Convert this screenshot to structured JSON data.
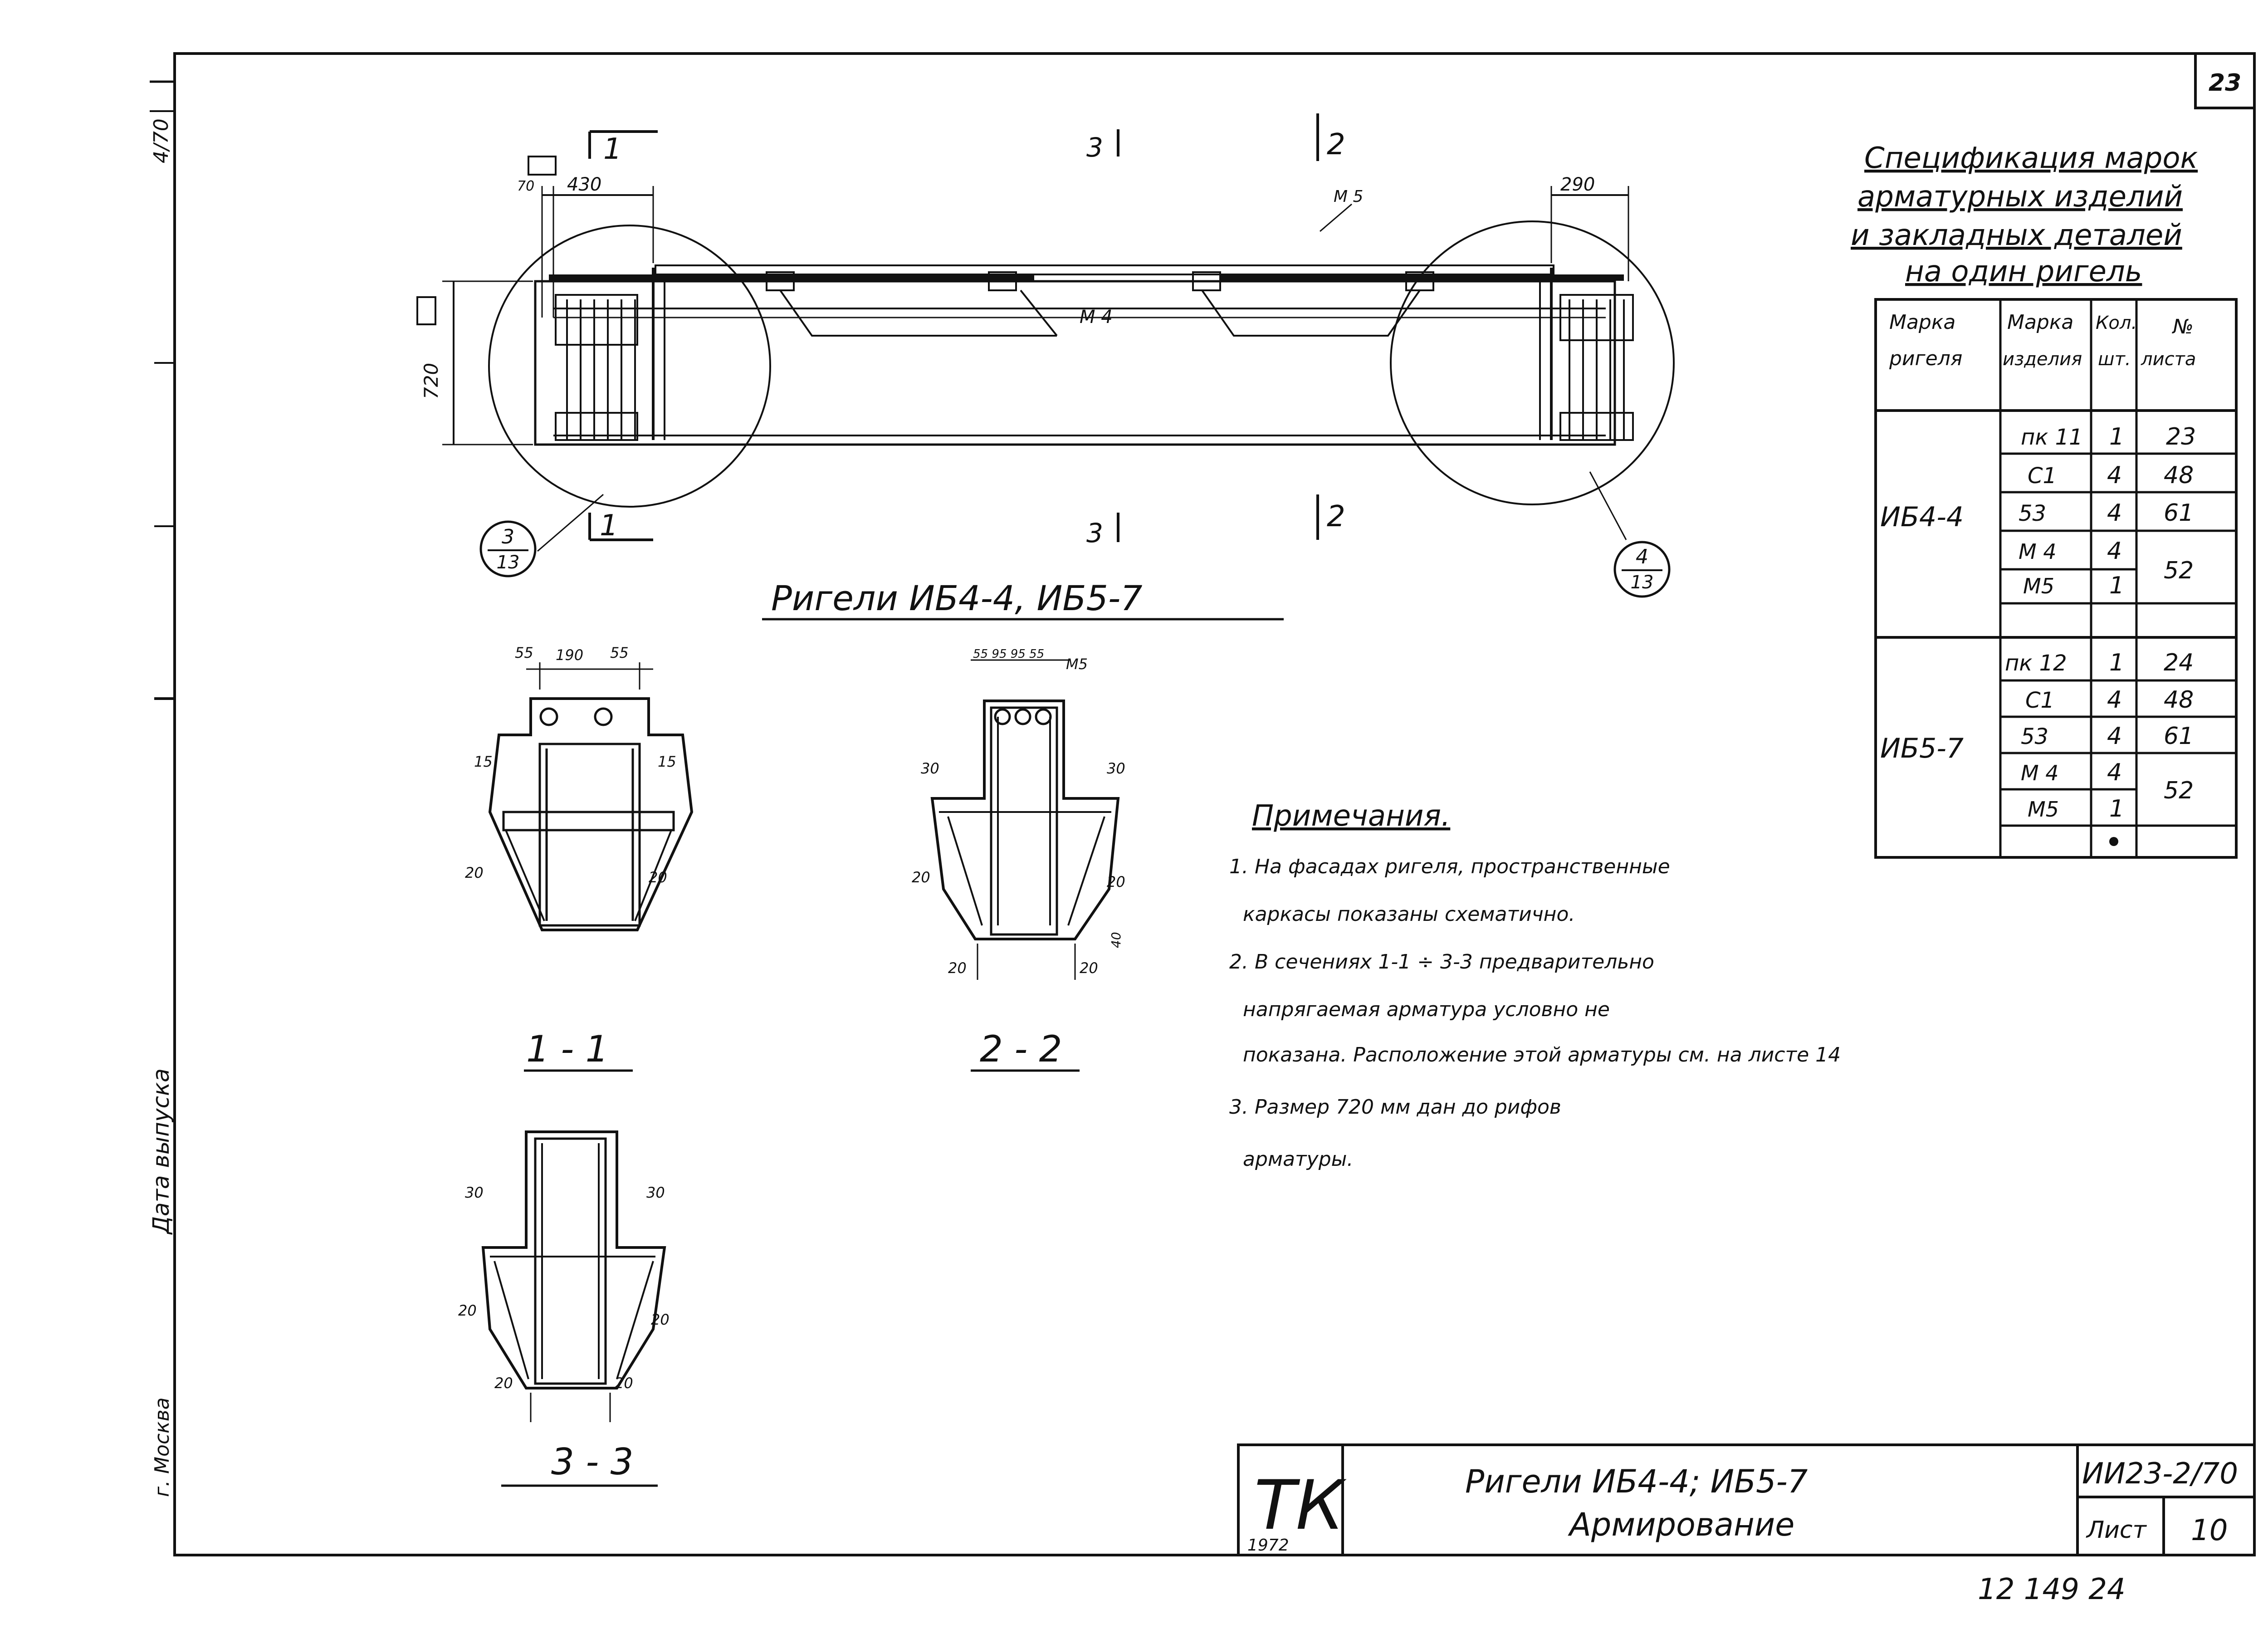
{
  "page": {
    "sheet_number": "23",
    "bottom_note": "12 149   24",
    "left_margin": {
      "ref": "4/70",
      "release_date_label": "Дата выпуска",
      "city": "г. Москва"
    }
  },
  "elevation": {
    "caption": "Ригели ИБ4-4,  ИБ5-7",
    "dims": {
      "left_end": "70",
      "left_span": "430",
      "right_span": "290",
      "height": "720"
    },
    "section_marks": {
      "s1": "1",
      "s2": "2",
      "s3": "3"
    },
    "callouts": {
      "m4": "М 4",
      "m5": "М 5"
    },
    "detail_refs": [
      {
        "top": "3",
        "bottom": "13"
      },
      {
        "top": "4",
        "bottom": "13"
      }
    ]
  },
  "sections": {
    "s11": {
      "label": "1 - 1",
      "dims": {
        "top_a": "55",
        "top_b": "190",
        "top_c": "55",
        "ledge_l": "15",
        "ledge_r": "15",
        "cover_l": "20",
        "cover_r": "20"
      }
    },
    "s22": {
      "label": "2 - 2",
      "dims": {
        "top": "55 95 95 55",
        "m5": "М5",
        "ledge_l": "30",
        "ledge_r": "30",
        "cover_l": "20",
        "cover_r": "20",
        "bottom_l": "20",
        "bottom_r": "20",
        "side": "40"
      }
    },
    "s33": {
      "label": "3 - 3",
      "dims": {
        "ledge_l": "30",
        "ledge_r": "30",
        "cover_l": "20",
        "cover_r": "20",
        "bottom_l": "20",
        "bottom_r": "20"
      }
    }
  },
  "spec": {
    "title_lines": [
      "Спецификация марок",
      "арматурных изделий",
      "и закладных деталей",
      "на один ригель"
    ],
    "headers": [
      "Марка ригеля",
      "Марка изделия",
      "Кол. шт.",
      "№ листа"
    ],
    "header_lines": [
      [
        "Марка",
        "ригеля"
      ],
      [
        "Марка",
        "изделия"
      ],
      [
        "Кол.",
        "шт."
      ],
      [
        "№",
        "листа"
      ]
    ],
    "groups": [
      {
        "mark": "ИБ4-4",
        "rows": [
          {
            "item": "пк 11",
            "qty": "1",
            "sheet": "23"
          },
          {
            "item": "С1",
            "qty": "4",
            "sheet": "48"
          },
          {
            "item": "53",
            "qty": "4",
            "sheet": "61"
          },
          {
            "item": "М 4",
            "qty": "4",
            "sheet": "52"
          },
          {
            "item": "М5",
            "qty": "1",
            "sheet": ""
          }
        ]
      },
      {
        "mark": "ИБ5-7",
        "rows": [
          {
            "item": "пк 12",
            "qty": "1",
            "sheet": "24"
          },
          {
            "item": "С1",
            "qty": "4",
            "sheet": "48"
          },
          {
            "item": "53",
            "qty": "4",
            "sheet": "61"
          },
          {
            "item": "М 4",
            "qty": "4",
            "sheet": "52"
          },
          {
            "item": "М5",
            "qty": "1",
            "sheet": ""
          }
        ]
      }
    ]
  },
  "notes": {
    "heading": "Примечания.",
    "lines": [
      "1. На фасадах ригеля, пространственные",
      "каркасы   показаны   схематично.",
      "2. В сечениях  1-1 ÷ 3-3   предварительно",
      "напрягаемая  арматура  условно  не",
      "показана. Расположение этой арматуры см. на листе 14",
      "3. Размер  720 мм  дан  до  рифов",
      "арматуры."
    ]
  },
  "title_block": {
    "logo": "ТК",
    "year": "1972",
    "title_line1": "Ригели ИБ4-4; ИБ5-7",
    "title_line2": "Армирование",
    "code": "ИИ23-2/70",
    "sheet_label": "Лист",
    "sheet_value": "10"
  }
}
